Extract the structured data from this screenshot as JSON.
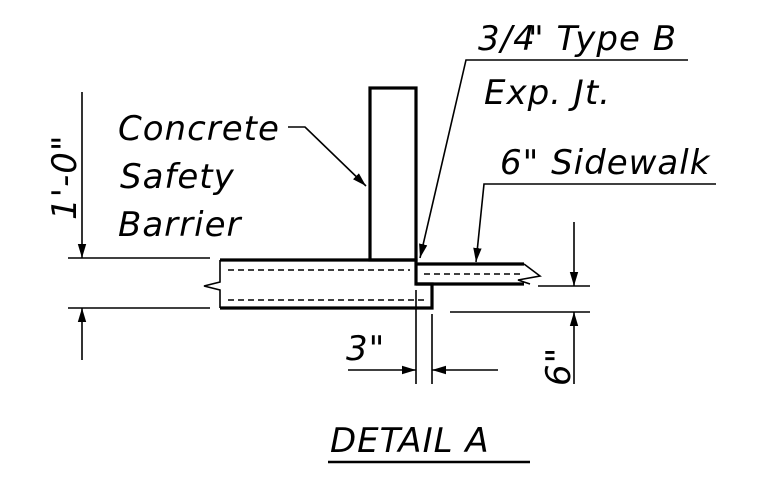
{
  "labels": {
    "joint_fraction": "3/4",
    "joint_line1_rest": "\" Type B",
    "joint_line2": "Exp. Jt.",
    "barrier_line1": "Concrete",
    "barrier_line2": "Safety",
    "barrier_line3": "Barrier",
    "sidewalk": "6\" Sidewalk",
    "dim_left": "1'-0\"",
    "dim_bottom": "3\"",
    "dim_right": "6\"",
    "title": "DETAIL A"
  }
}
